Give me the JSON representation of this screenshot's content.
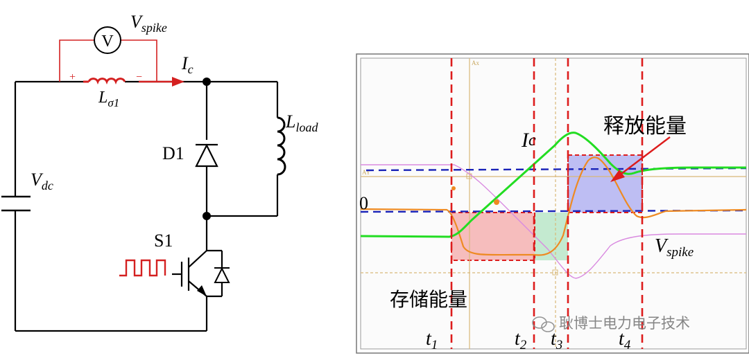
{
  "circuit": {
    "voltmeter_symbol": "V",
    "voltmeter_label": {
      "main": "V",
      "sub": "spike"
    },
    "inductor_label": {
      "main": "L",
      "sub": "σ1"
    },
    "current_label": {
      "main": "I",
      "sub": "c"
    },
    "plus_sign": "+",
    "minus_sign": "−",
    "load_label": {
      "main": "L",
      "sub": "load"
    },
    "diode_label": "D1",
    "source_label": {
      "main": "V",
      "sub": "dc"
    },
    "switch_label": "S1",
    "colors": {
      "wire": "#000000",
      "measure": "#d42020"
    }
  },
  "waveform": {
    "zero_label": "0",
    "ic_label": {
      "main": "I",
      "sub": "c"
    },
    "vspike_label": {
      "main": "V",
      "sub": "spike"
    },
    "release_label": "释放能量",
    "store_label": "存储能量",
    "time_markers": [
      {
        "main": "t",
        "sub": "1"
      },
      {
        "main": "t",
        "sub": "2"
      },
      {
        "main": "t",
        "sub": "3"
      },
      {
        "main": "t",
        "sub": "4"
      }
    ],
    "cursor_a_label": "Ax",
    "cursor_b_label": "AY",
    "watermark": "耿博士电力电子技术",
    "colors": {
      "ic_trace": "#22dd22",
      "vce_trace": "#ee8a22",
      "vspike_trace": "#d98ae0",
      "store_region": "#f4a3a3",
      "store_region_late": "#b6e6c6",
      "release_region": "#a9a9f0",
      "marker_line": "#dd1c1c",
      "reference_line": "#1a23b8"
    }
  }
}
